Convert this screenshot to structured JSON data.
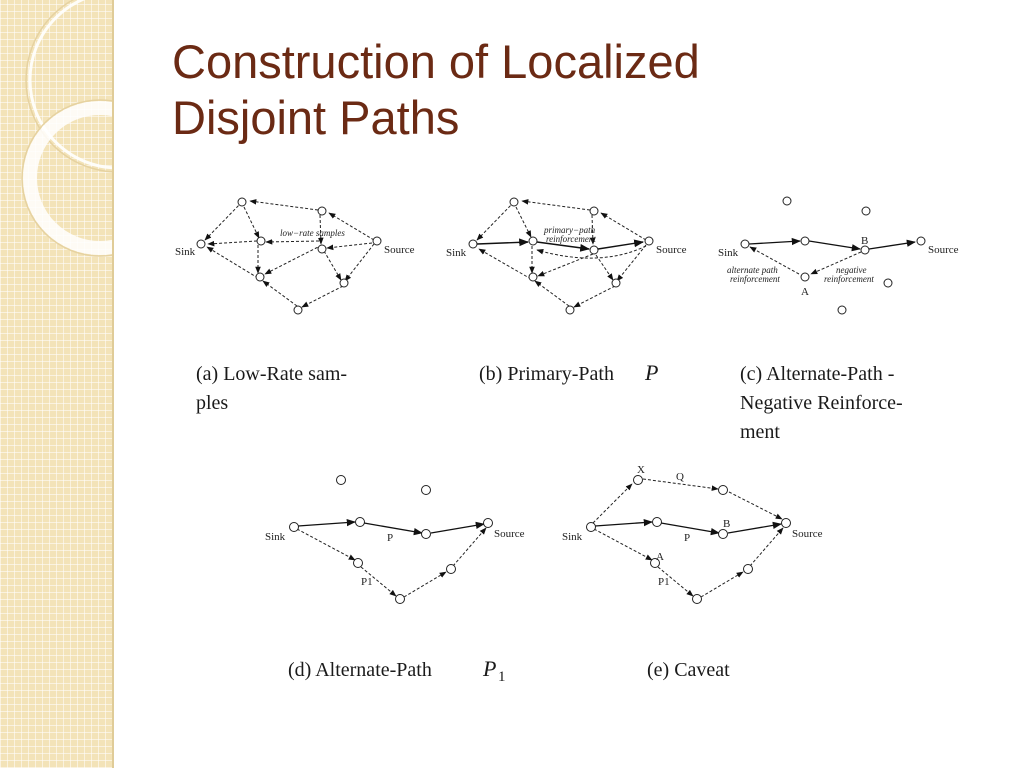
{
  "title": {
    "line1": "Construction of Localized",
    "line2": "Disjoint Paths"
  },
  "diagrams": {
    "a": {
      "sink": "Sink",
      "source": "Source",
      "note": "low−rate samples",
      "caption_line1": "(a)  Low-Rate  sam-",
      "caption_line2": "ples"
    },
    "b": {
      "sink": "Sink",
      "source": "Source",
      "note_line1": "primary−path",
      "note_line2": "reinforcement",
      "caption": "(b) Primary-Path",
      "caption_var": "P"
    },
    "c": {
      "sink": "Sink",
      "source": "Source",
      "node_a": "A",
      "node_b": "B",
      "alt_line1": "alternate path",
      "alt_line2": "reinforcement",
      "neg_line1": "negative",
      "neg_line2": "reinforcement",
      "caption_line1": "(c)  Alternate-Path  -",
      "caption_line2": "Negative  Reinforce-",
      "caption_line3": "ment"
    },
    "d": {
      "sink": "Sink",
      "source": "Source",
      "path_p": "P",
      "path_p1": "P1",
      "caption": "(d) Alternate-Path",
      "caption_var": "P",
      "caption_sub": "1"
    },
    "e": {
      "sink": "Sink",
      "source": "Source",
      "path_p": "P",
      "path_p1": "P1",
      "node_x": "X",
      "node_q": "Q",
      "node_a": "A",
      "node_b": "B",
      "caption": "(e) Caveat"
    }
  },
  "colors": {
    "title": "#6b2a14",
    "strip": "#f3e3b8",
    "ink": "#1a1a1a"
  }
}
